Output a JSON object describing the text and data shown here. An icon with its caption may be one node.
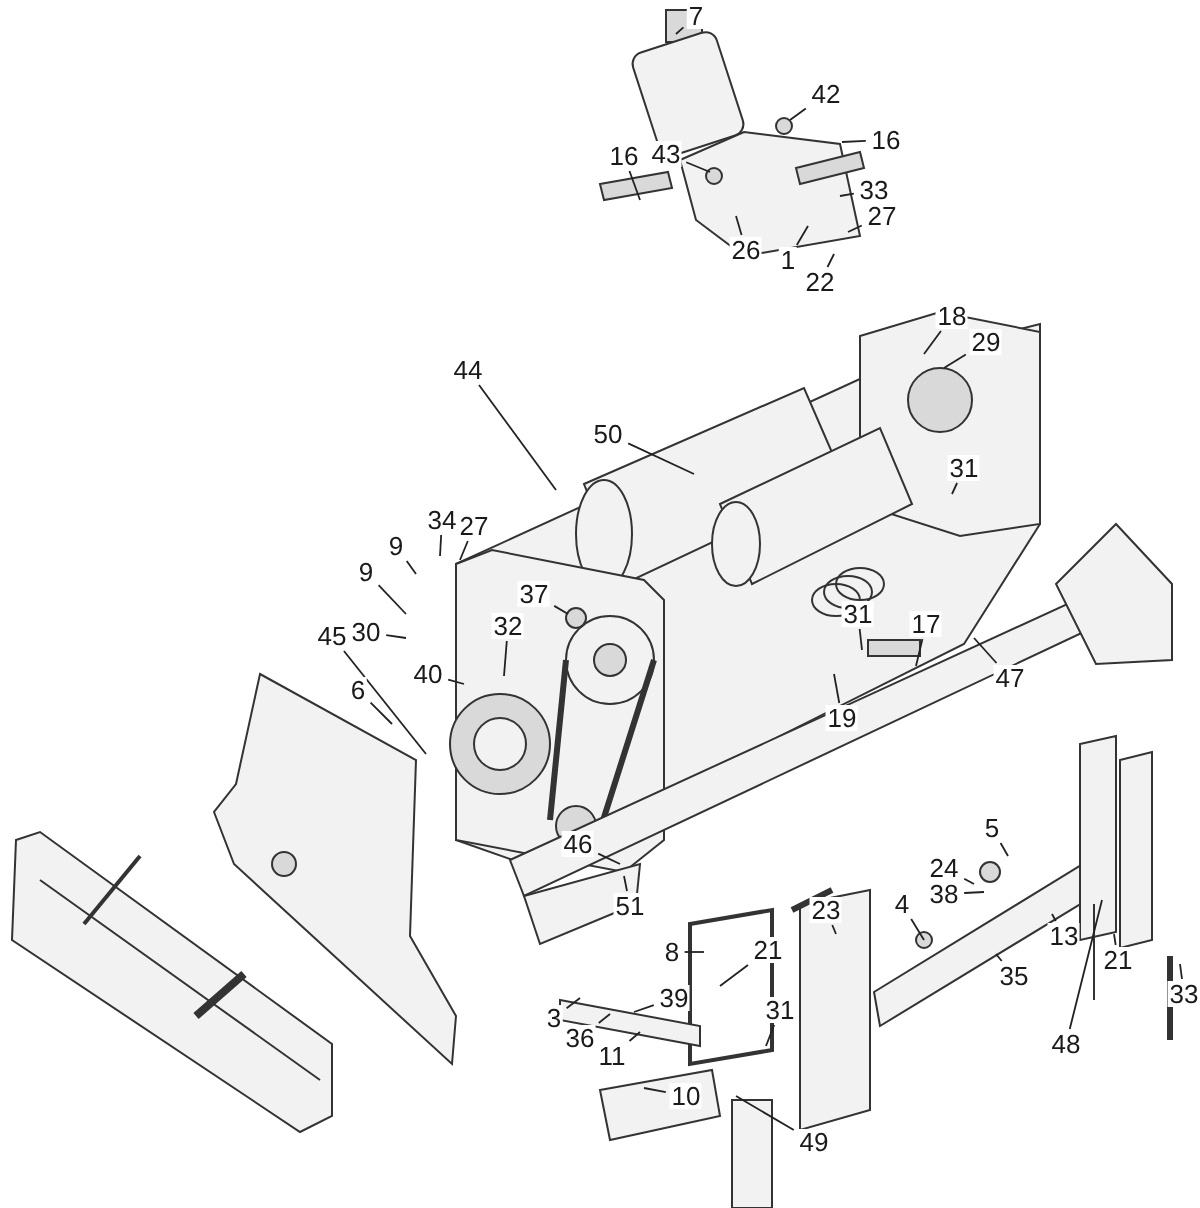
{
  "diagram": {
    "nodes": [
      {
        "text": [
          "7"
        ]
      },
      {
        "text": [
          "42"
        ]
      },
      {
        "text": [
          "16"
        ]
      },
      {
        "text": [
          "16"
        ]
      },
      {
        "text": [
          "43"
        ]
      },
      {
        "text": [
          "33"
        ]
      },
      {
        "text": [
          "27"
        ]
      },
      {
        "text": [
          "26"
        ]
      },
      {
        "text": [
          "1"
        ]
      },
      {
        "text": [
          "22"
        ]
      },
      {
        "text": [
          "18"
        ]
      },
      {
        "text": [
          "29"
        ]
      },
      {
        "text": [
          "44"
        ]
      },
      {
        "text": [
          "50"
        ]
      },
      {
        "text": [
          "31"
        ]
      },
      {
        "text": [
          "34"
        ]
      },
      {
        "text": [
          "27"
        ]
      },
      {
        "text": [
          "9"
        ]
      },
      {
        "text": [
          "9"
        ]
      },
      {
        "text": [
          "37"
        ]
      },
      {
        "text": [
          "32"
        ]
      },
      {
        "text": [
          "45"
        ]
      },
      {
        "text": [
          "30"
        ]
      },
      {
        "text": [
          "31"
        ]
      },
      {
        "text": [
          "17"
        ]
      },
      {
        "text": [
          "40"
        ]
      },
      {
        "text": [
          "47"
        ]
      },
      {
        "text": [
          "6"
        ]
      },
      {
        "text": [
          "19"
        ]
      },
      {
        "text": [
          "46"
        ]
      },
      {
        "text": [
          "5"
        ]
      },
      {
        "text": [
          "24"
        ]
      },
      {
        "text": [
          "38"
        ]
      },
      {
        "text": [
          "51"
        ]
      },
      {
        "text": [
          "4"
        ]
      },
      {
        "text": [
          "23"
        ]
      },
      {
        "text": [
          "13"
        ]
      },
      {
        "text": [
          "8"
        ]
      },
      {
        "text": [
          "21"
        ]
      },
      {
        "text": [
          "21"
        ]
      },
      {
        "text": [
          "35"
        ]
      },
      {
        "text": [
          "33"
        ]
      },
      {
        "text": [
          "3"
        ]
      },
      {
        "text": [
          "39"
        ]
      },
      {
        "text": [
          "36"
        ]
      },
      {
        "text": [
          "31"
        ]
      },
      {
        "text": [
          "11"
        ]
      },
      {
        "text": [
          "48"
        ]
      },
      {
        "text": [
          "10"
        ]
      },
      {
        "text": [
          "49"
        ]
      }
    ],
    "edges": [
      {
        "from": 0,
        "to": null,
        "arrow": "none"
      },
      {
        "from": 1,
        "to": null,
        "arrow": "none"
      },
      {
        "from": 2,
        "to": null,
        "arrow": "none"
      },
      {
        "from": 3,
        "to": null,
        "arrow": "none"
      },
      {
        "from": 4,
        "to": null,
        "arrow": "none"
      },
      {
        "from": 5,
        "to": null,
        "arrow": "none"
      },
      {
        "from": 6,
        "to": null,
        "arrow": "none"
      },
      {
        "from": 7,
        "to": null,
        "arrow": "none"
      },
      {
        "from": 8,
        "to": null,
        "arrow": "none"
      },
      {
        "from": 9,
        "to": null,
        "arrow": "none"
      },
      {
        "from": 10,
        "to": null,
        "arrow": "none"
      },
      {
        "from": 11,
        "to": null,
        "arrow": "none"
      },
      {
        "from": 12,
        "to": null,
        "arrow": "none"
      },
      {
        "from": 13,
        "to": null,
        "arrow": "none"
      },
      {
        "from": 14,
        "to": null,
        "arrow": "none"
      },
      {
        "from": 15,
        "to": null,
        "arrow": "none"
      },
      {
        "from": 16,
        "to": null,
        "arrow": "none"
      },
      {
        "from": 17,
        "to": null,
        "arrow": "none"
      },
      {
        "from": 18,
        "to": null,
        "arrow": "none"
      },
      {
        "from": 19,
        "to": null,
        "arrow": "none"
      },
      {
        "from": 20,
        "to": null,
        "arrow": "none"
      },
      {
        "from": 21,
        "to": null,
        "arrow": "none"
      },
      {
        "from": 22,
        "to": null,
        "arrow": "none"
      },
      {
        "from": 23,
        "to": null,
        "arrow": "none"
      },
      {
        "from": 24,
        "to": null,
        "arrow": "none"
      },
      {
        "from": 25,
        "to": null,
        "arrow": "none"
      },
      {
        "from": 26,
        "to": null,
        "arrow": "none"
      },
      {
        "from": 27,
        "to": null,
        "arrow": "none"
      },
      {
        "from": 28,
        "to": null,
        "arrow": "none"
      },
      {
        "from": 29,
        "to": null,
        "arrow": "none"
      },
      {
        "from": 30,
        "to": null,
        "arrow": "none"
      },
      {
        "from": 31,
        "to": null,
        "arrow": "none"
      },
      {
        "from": 32,
        "to": null,
        "arrow": "none"
      },
      {
        "from": 33,
        "to": null,
        "arrow": "none"
      },
      {
        "from": 34,
        "to": null,
        "arrow": "none"
      },
      {
        "from": 35,
        "to": null,
        "arrow": "none"
      },
      {
        "from": 36,
        "to": null,
        "arrow": "none"
      },
      {
        "from": 37,
        "to": null,
        "arrow": "none"
      },
      {
        "from": 38,
        "to": null,
        "arrow": "none"
      },
      {
        "from": 39,
        "to": null,
        "arrow": "none"
      },
      {
        "from": 40,
        "to": null,
        "arrow": "none"
      },
      {
        "from": 41,
        "to": null,
        "arrow": "none"
      },
      {
        "from": 42,
        "to": null,
        "arrow": "none"
      },
      {
        "from": 43,
        "to": null,
        "arrow": "none"
      },
      {
        "from": 44,
        "to": null,
        "arrow": "none"
      },
      {
        "from": 45,
        "to": null,
        "arrow": "none"
      },
      {
        "from": 46,
        "to": null,
        "arrow": "none"
      },
      {
        "from": 47,
        "to": null,
        "arrow": "none"
      },
      {
        "from": 48,
        "to": null,
        "arrow": "none"
      },
      {
        "from": 49,
        "to": null,
        "arrow": "none"
      }
    ]
  }
}
